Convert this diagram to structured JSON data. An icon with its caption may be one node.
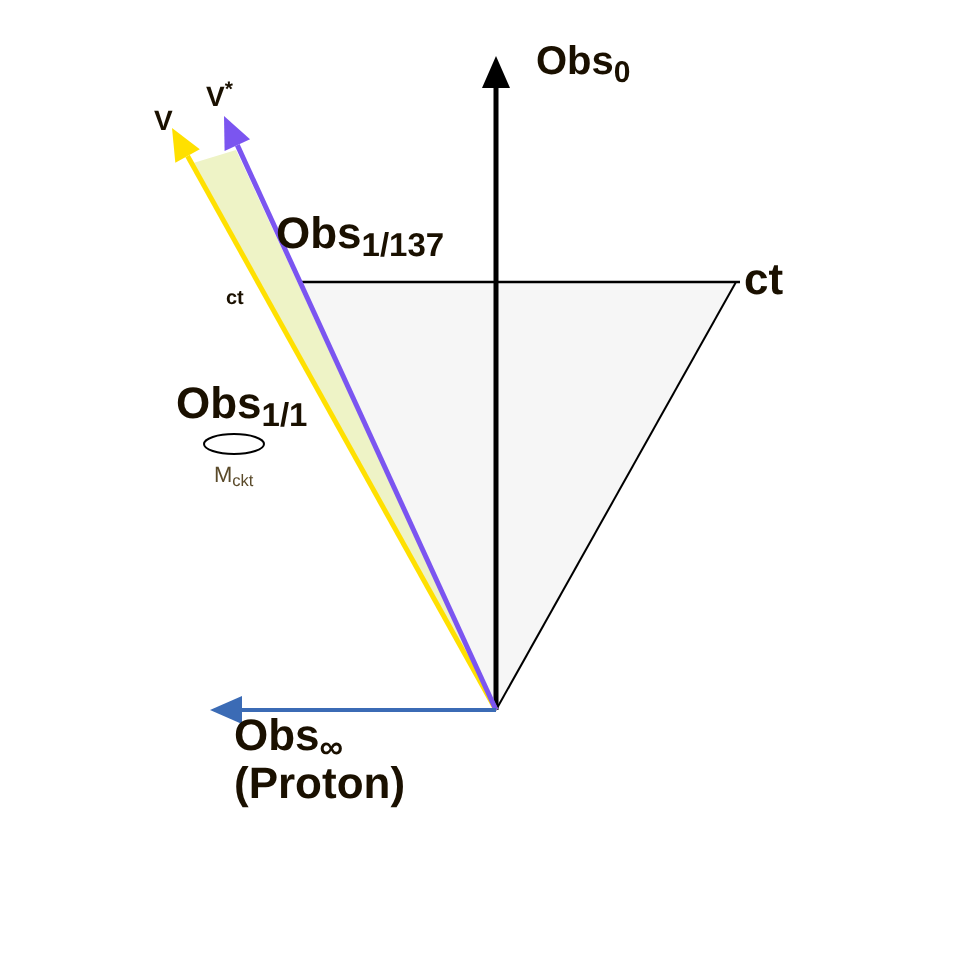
{
  "diagram": {
    "labels": [
      "Obs$_{0}$",
      "V$^{*}$",
      "V",
      "Obs$_{1/137}$",
      "ct",
      "ct",
      "Obs$_{1/1}$",
      "M$_{ckt}$",
      "Obs$_{∞}$ (Proton)"
    ]
  }
}
